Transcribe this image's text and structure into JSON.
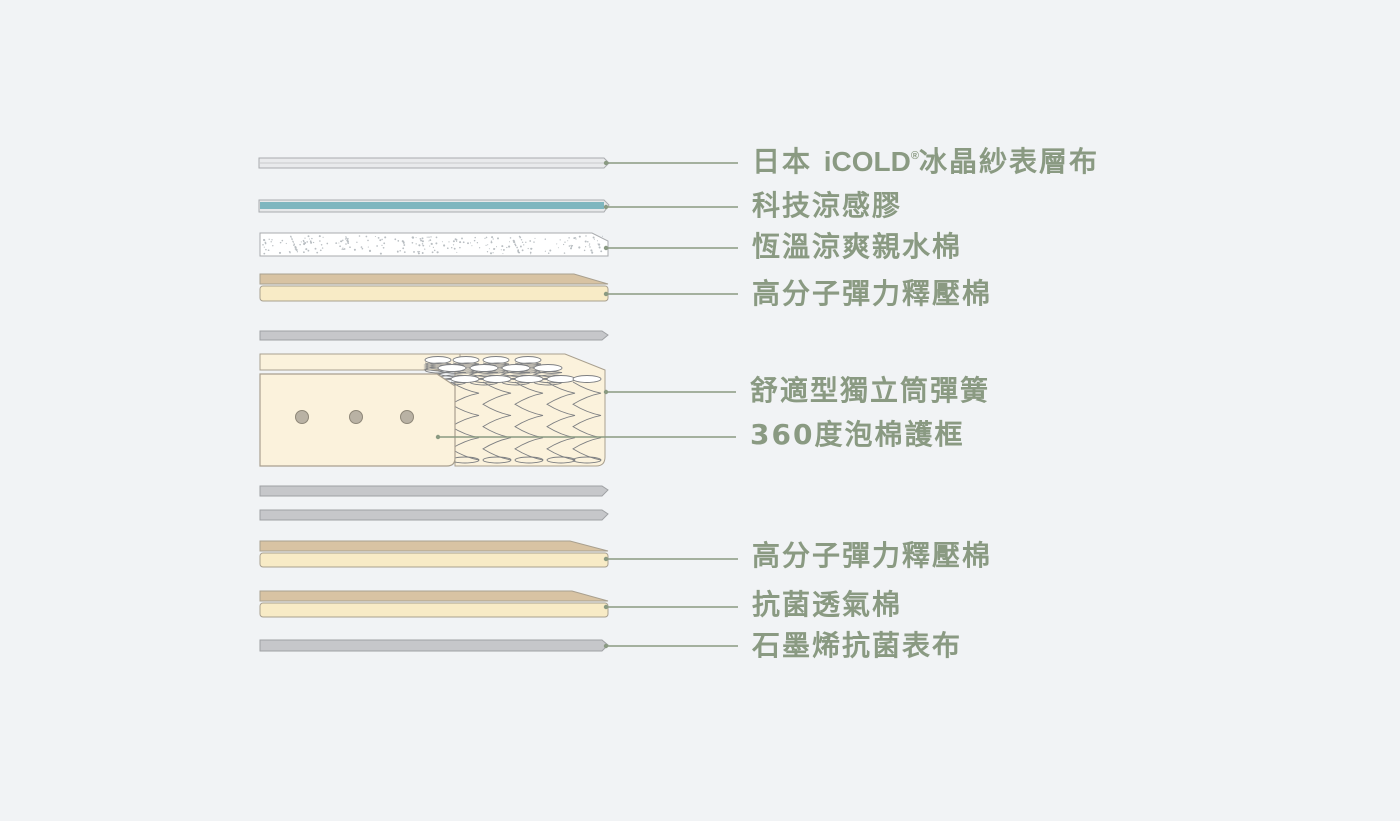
{
  "colors": {
    "background": "#f1f3f5",
    "leader": "#8a9a82",
    "label": "#8a9a82",
    "fabric_top": "#e6e7e9",
    "gel": "#7fb6bf",
    "cool_foam": "#ffffff",
    "foam_tan": "#d8c3a3",
    "foam_cream": "#f8ebc6",
    "gray_sheet": "#c3c4c7",
    "spring_frame": "#fbf2dc"
  },
  "labels": [
    {
      "id": "icold-fabric",
      "prefix": "日本 ",
      "brand": "iCOLD",
      "brand_mark": "®",
      "text": "冰晶紗表層布"
    },
    {
      "id": "tech-cool-gel",
      "text": "科技涼感膠"
    },
    {
      "id": "cool-skin-foam",
      "text": "恆溫涼爽親水棉"
    },
    {
      "id": "hd-memory-foam-top",
      "text": "高分子彈力釋壓棉"
    },
    {
      "id": "pocket-springs",
      "text": "舒適型獨立筒彈簧"
    },
    {
      "id": "foam-frame",
      "text": "360度泡棉護框"
    },
    {
      "id": "hd-memory-foam-bottom",
      "text": "高分子彈力釋壓棉"
    },
    {
      "id": "antibacterial-foam",
      "text": "抗菌透氣棉"
    },
    {
      "id": "graphene-fabric",
      "text": "石墨烯抗菌表布"
    }
  ]
}
